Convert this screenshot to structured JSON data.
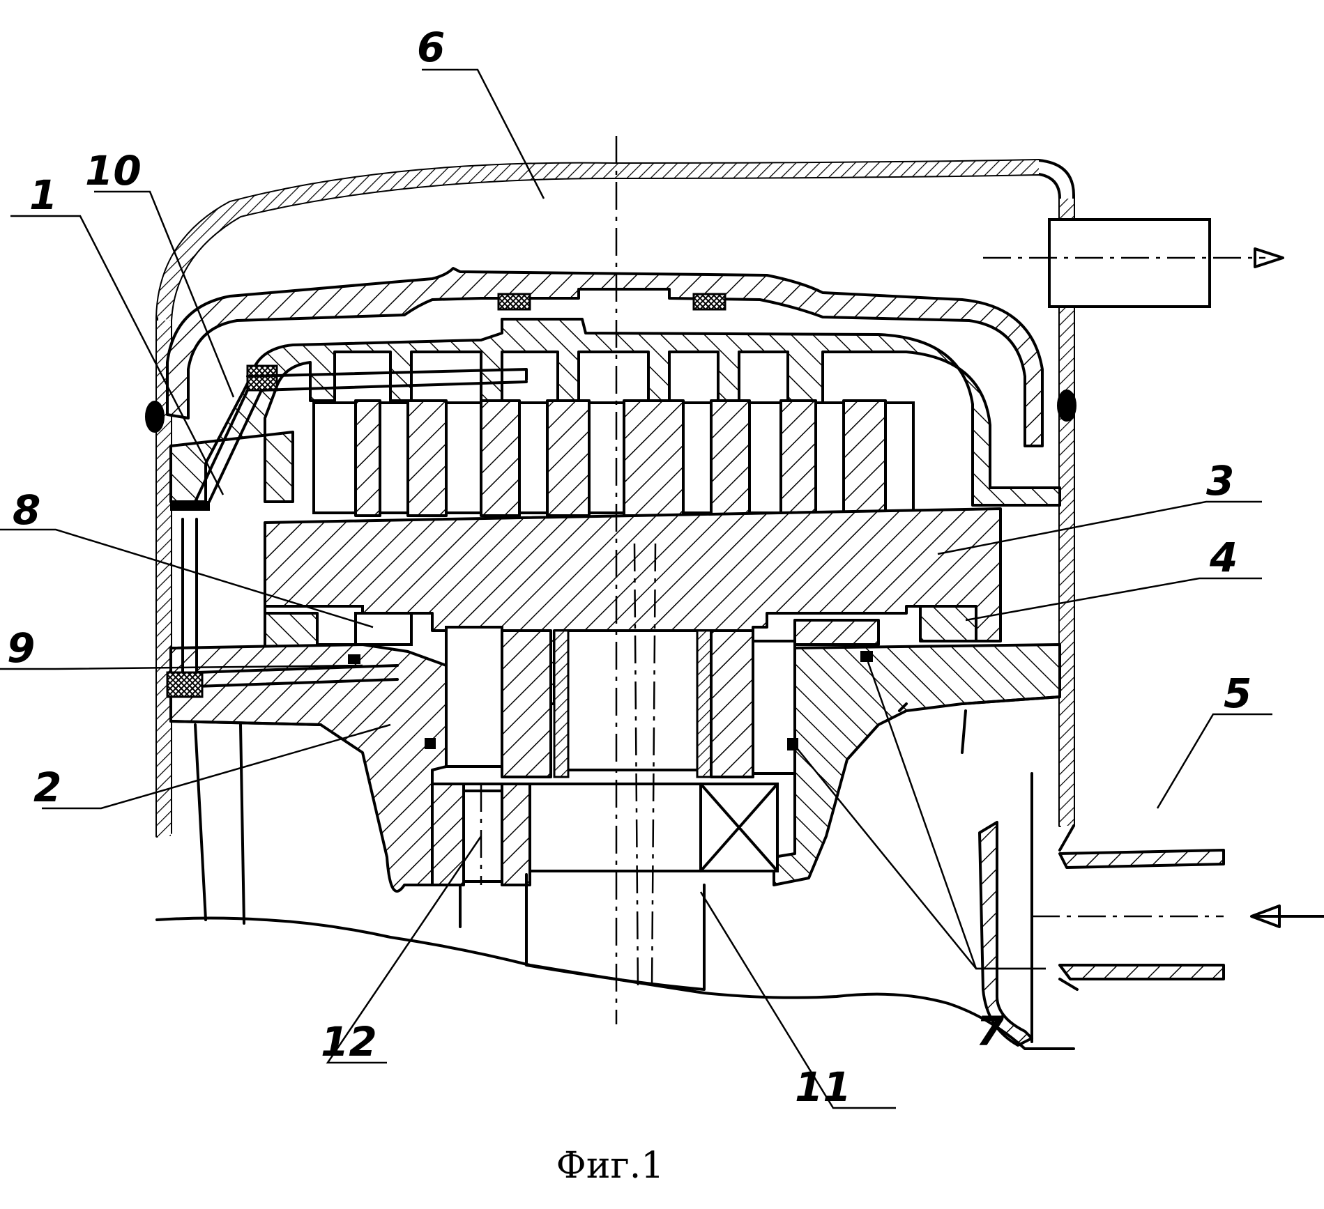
{
  "figure": {
    "caption": "Фиг.1"
  },
  "labels": [
    {
      "id": "1",
      "text": "1"
    },
    {
      "id": "2",
      "text": "2"
    },
    {
      "id": "3",
      "text": "3"
    },
    {
      "id": "4",
      "text": "4"
    },
    {
      "id": "5",
      "text": "5"
    },
    {
      "id": "6",
      "text": "6"
    },
    {
      "id": "7",
      "text": "7"
    },
    {
      "id": "8",
      "text": "8"
    },
    {
      "id": "9",
      "text": "9"
    },
    {
      "id": "10",
      "text": "10"
    },
    {
      "id": "11",
      "text": "11"
    },
    {
      "id": "12",
      "text": "12"
    }
  ]
}
